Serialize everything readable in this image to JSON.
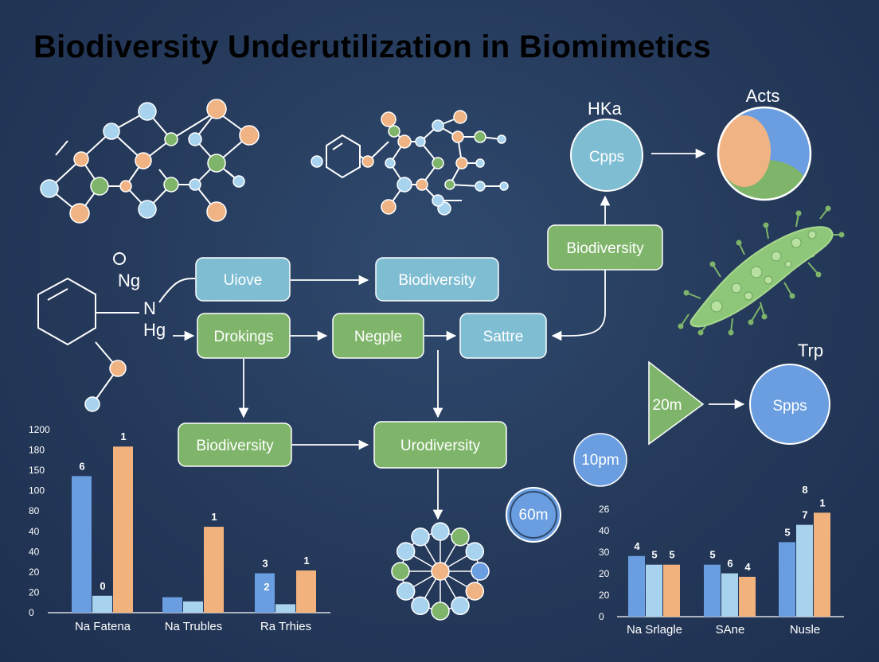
{
  "title": "Biodiversity Underutilization in Biomimetics",
  "flow": {
    "uiove": "Uiove",
    "biodiversity_top": "Biodiversity",
    "drokings": "Drokings",
    "negple": "Negple",
    "sattre": "Sattre",
    "biodiversity_right": "Biodiversity",
    "biodiversity_bottom": "Biodiversity",
    "urodiversity": "Urodiversity"
  },
  "labels": {
    "hka": "HKa",
    "cpps": "Cpps",
    "acts": "Acts",
    "trp": "Trp",
    "spps": "Spps",
    "triangle": "20m",
    "circle_10": "10pm",
    "circle_60": "60m",
    "ng": "Ng",
    "n": "N",
    "hg": "Hg"
  },
  "colors": {
    "blue_box": "#7fbdd3",
    "green_box": "#7fb56a",
    "orange": "#f0b383",
    "dark_bg": "#25395a",
    "bar_blue": "#6a9ee0",
    "bar_light": "#a8d3ee",
    "bar_orange": "#f2b27e"
  },
  "chart_data": [
    {
      "type": "bar",
      "categories": [
        "Na Fatena",
        "Na Trubles",
        "Ra Trhies"
      ],
      "series": [
        {
          "values": [
            97,
            11,
            28
          ],
          "labels": [
            "6",
            "",
            "3"
          ]
        },
        {
          "values": [
            12,
            8,
            6
          ],
          "labels": [
            "0",
            "",
            ""
          ]
        },
        {
          "values": [
            118,
            61,
            30
          ],
          "labels": [
            "1",
            "1",
            "1"
          ]
        }
      ],
      "extra_labels": [
        "2"
      ],
      "yticks": [
        "1200",
        "180",
        "150",
        "100",
        "80",
        "40",
        "40",
        "20",
        "20",
        "0"
      ],
      "ylim": [
        0,
        130
      ]
    },
    {
      "type": "bar",
      "categories": [
        "Na Srlagle",
        "SAne",
        "Nusle"
      ],
      "series": [
        {
          "values": [
            35,
            30,
            43
          ],
          "labels": [
            "4",
            "5",
            "5"
          ]
        },
        {
          "values": [
            30,
            25,
            53
          ],
          "labels": [
            "5",
            "6",
            "7"
          ]
        },
        {
          "values": [
            30,
            23,
            60
          ],
          "labels": [
            "5",
            "4",
            "1"
          ]
        }
      ],
      "extra_labels": [
        "8"
      ],
      "yticks": [
        "26",
        "40",
        "30",
        "20",
        "20",
        "0"
      ],
      "ylim": [
        0,
        62
      ]
    }
  ]
}
